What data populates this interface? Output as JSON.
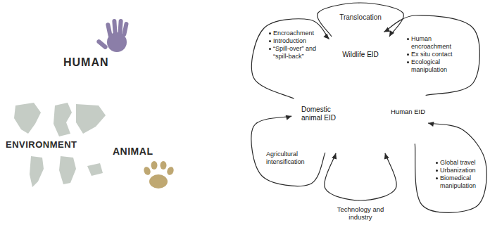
{
  "diagram": {
    "nodes": [
      {
        "text": [
          "HUMAN"
        ]
      },
      {
        "text": [
          "ENVIRONMENT"
        ]
      },
      {
        "text": [
          "ANIMAL"
        ]
      },
      {
        "text": [
          "Wildlife EID"
        ]
      },
      {
        "text": [
          "Domestic animal EID"
        ]
      },
      {
        "text": [
          "Human EID"
        ]
      }
    ],
    "edges": [
      {
        "from": 3,
        "to": 3,
        "arrow": "to"
      },
      {
        "from": 4,
        "to": 3,
        "arrow": "to"
      },
      {
        "from": 5,
        "to": 3,
        "arrow": "to"
      },
      {
        "from": 4,
        "to": 4,
        "arrow": "to"
      },
      {
        "from": 4,
        "to": 5,
        "arrow": "both"
      },
      {
        "from": 5,
        "to": 5,
        "arrow": "to"
      }
    ],
    "labels": [
      "Translocation",
      "Encroachment",
      "Introduction",
      "“Spill-over” and “spill-back”",
      "Human encroachment",
      "Ex situ contact",
      "Ecological manipulation",
      "Agricultural intensification",
      "Technology and industry",
      "Global travel",
      "Urbanization",
      "Biomedical manipulation"
    ]
  }
}
